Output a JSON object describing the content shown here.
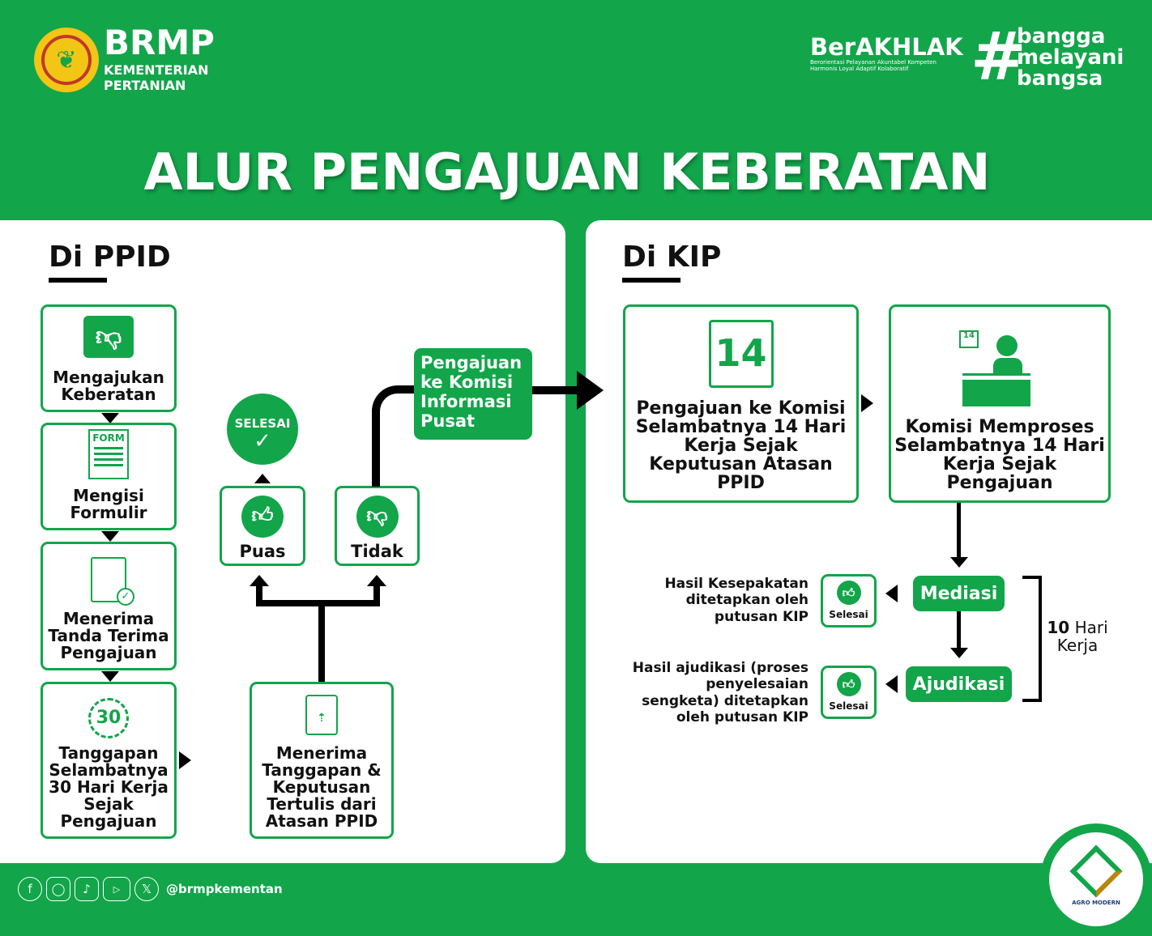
{
  "header": {
    "logo_name": "BRMP",
    "logo_sub1": "KEMENTERIAN",
    "logo_sub2": "PERTANIAN",
    "berakhlak": "BerAKHLAK",
    "berakhlak_sub1": "Berorientasi Pelayanan Akuntabel Kompeten",
    "berakhlak_sub2": "Harmonis Loyal Adaptif Kolaboratif",
    "tagline": [
      "bangga",
      "melayani",
      "bangsa"
    ],
    "title": "ALUR PENGAJUAN KEBERATAN"
  },
  "ppid": {
    "heading": "Di PPID",
    "steps": [
      "Mengajukan Keberatan",
      "Mengisi Formulir",
      "Menerima Tanda Terima Pengajuan",
      "Tanggapan Selambatnya 30 Hari Kerja Sejak Pengajuan"
    ],
    "form_icon_text": "FORM",
    "days_icon_text": "30",
    "response": "Menerima Tanggapan & Keputusan Tertulis dari Atasan PPID",
    "puas": "Puas",
    "tidak": "Tidak",
    "selesai": "SELESAI",
    "to_kip": "Pengajuan ke Komisi Informasi Pusat"
  },
  "kip": {
    "heading": "Di KIP",
    "box1_icon": "14",
    "box1": "Pengajuan ke Komisi Selambatnya 14 Hari Kerja Sejak Keputusan Atasan PPID",
    "box2_icon": "14",
    "box2": "Komisi Memproses Selambatnya 14 Hari Kerja Sejak Pengajuan",
    "mediasi": "Mediasi",
    "ajudikasi": "Ajudikasi",
    "selesai": "Selesai",
    "mediasi_result": "Hasil Kesepakatan ditetapkan oleh putusan KIP",
    "ajudikasi_result": "Hasil ajudikasi (proses penyelesaian sengketa) ditetapkan oleh putusan KIP",
    "duration_num": "10",
    "duration_text": "Hari Kerja"
  },
  "footer": {
    "handle": "@brmpkementan",
    "badge": "AGRO MODERN"
  },
  "colors": {
    "green": "#12a54a",
    "black": "#000000"
  }
}
